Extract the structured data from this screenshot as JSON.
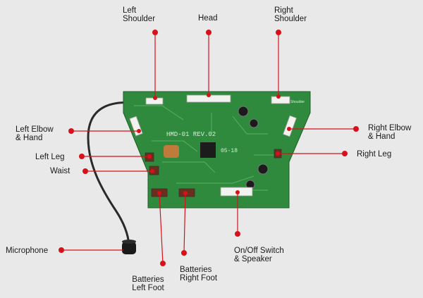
{
  "labels": {
    "left_shoulder": "Left\nShoulder",
    "head": "Head",
    "right_shoulder": "Right\nShoulder",
    "left_elbow_hand": "Left Elbow\n& Hand",
    "right_elbow_hand": "Right Elbow\n& Hand",
    "left_leg": "Left Leg",
    "right_leg": "Right Leg",
    "waist": "Waist",
    "microphone": "Microphone",
    "batteries_left_foot": "Batteries\nLeft Foot",
    "batteries_right_foot": "Batteries\nRight Foot",
    "onoff_speaker": "On/Off Switch\n& Speaker"
  },
  "board": {
    "model_text": "HMD-01 REV.02",
    "chip_text": "05-18",
    "shoulder_text": "Shoulder"
  },
  "colors": {
    "background": "#e9e9e9",
    "pcb": "#2f8a3e",
    "leader": "#d8101a"
  }
}
